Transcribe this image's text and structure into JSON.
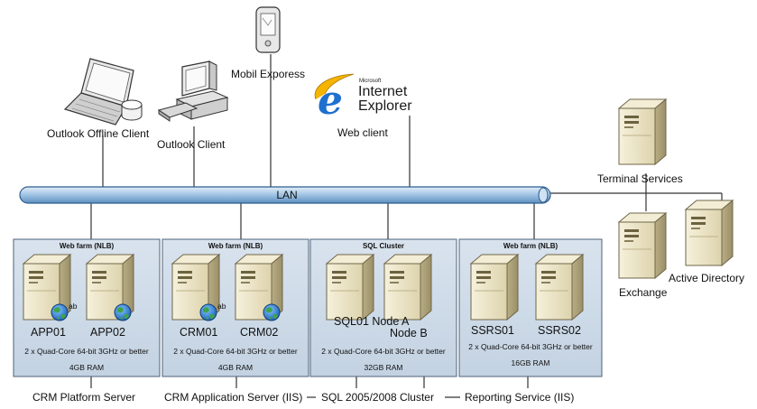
{
  "clients": {
    "outlook_offline": "Outlook Offline Client",
    "outlook": "Outlook Client",
    "mobile": "Mobil Exporess",
    "web": "Web client"
  },
  "ie_logo": {
    "microsoft": "Microsoft",
    "line1": "Internet",
    "line2": "Explorer"
  },
  "lan_label": "LAN",
  "right_servers": {
    "terminal": "Terminal Services",
    "exchange": "Exchange",
    "ad": "Active Directory"
  },
  "groups": [
    {
      "title": "Web farm (NLB)",
      "servers": [
        "APP01",
        "APP02"
      ],
      "spec": "2 x Quad-Core 64-bit 3GHz or better",
      "ram": "4GB RAM"
    },
    {
      "title": "Web farm (NLB)",
      "servers": [
        "CRM01",
        "CRM02"
      ],
      "spec": "2 x Quad-Core 64-bit 3GHz or better",
      "ram": "4GB RAM"
    },
    {
      "title": "SQL Cluster",
      "servers": [
        "SQL01 Node A",
        "Node B"
      ],
      "spec": "2 x Quad-Core 64-bit 3GHz or better",
      "ram": "32GB RAM"
    },
    {
      "title": "Web farm (NLB)",
      "servers": [
        "SSRS01",
        "SSRS02"
      ],
      "spec": "2 x Quad-Core 64-bit 3GHz or better",
      "ram": "16GB RAM"
    }
  ],
  "bottom_labels": {
    "crm_platform": "CRM Platform Server",
    "crm_app": "CRM Application Server (IIS)",
    "sql": "SQL 2005/2008 Cluster",
    "reporting": "Reporting Service (IIS)"
  },
  "colors": {
    "lan_fill": "#9fc3e4",
    "lan_stroke": "#2e5e8f",
    "box_fill": "#ccd9e7",
    "box_stroke": "#4d6378",
    "server_beige": "#efe8cc"
  }
}
